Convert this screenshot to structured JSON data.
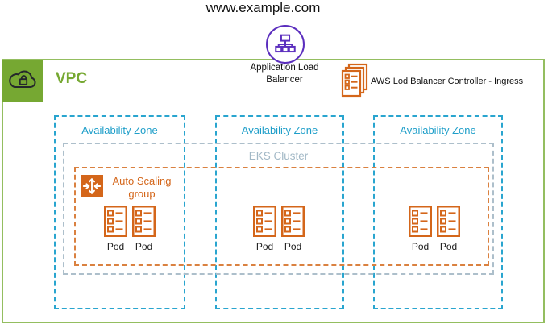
{
  "title": "www.example.com",
  "alb": {
    "label": "Application Load Balancer",
    "icon": "load-balancer-icon"
  },
  "controller": {
    "label": "AWS Lod Balancer  Controller - Ingress",
    "icon": "ingress-controller-icon"
  },
  "vpc": {
    "label": "VPC",
    "icon": "vpc-cloud-lock-icon"
  },
  "eks": {
    "label": "EKS Cluster"
  },
  "asg": {
    "label": "Auto Scaling group",
    "icon": "auto-scaling-icon"
  },
  "availability_zones": [
    {
      "label": "Availability Zone",
      "pods": [
        "Pod",
        "Pod"
      ]
    },
    {
      "label": "Availability Zone",
      "pods": [
        "Pod",
        "Pod"
      ]
    },
    {
      "label": "Availability Zone",
      "pods": [
        "Pod",
        "Pod"
      ]
    }
  ],
  "colors": {
    "vpc_green": "#76A832",
    "vpc_border_green": "#94BE60",
    "az_blue": "#1E9EC9",
    "eks_gray": "#A2B8C6",
    "pod_orange": "#D4661A",
    "asg_border_orange": "#DA8140",
    "alb_purple": "#5B2EBE",
    "text_dark": "#1A1A1A"
  }
}
